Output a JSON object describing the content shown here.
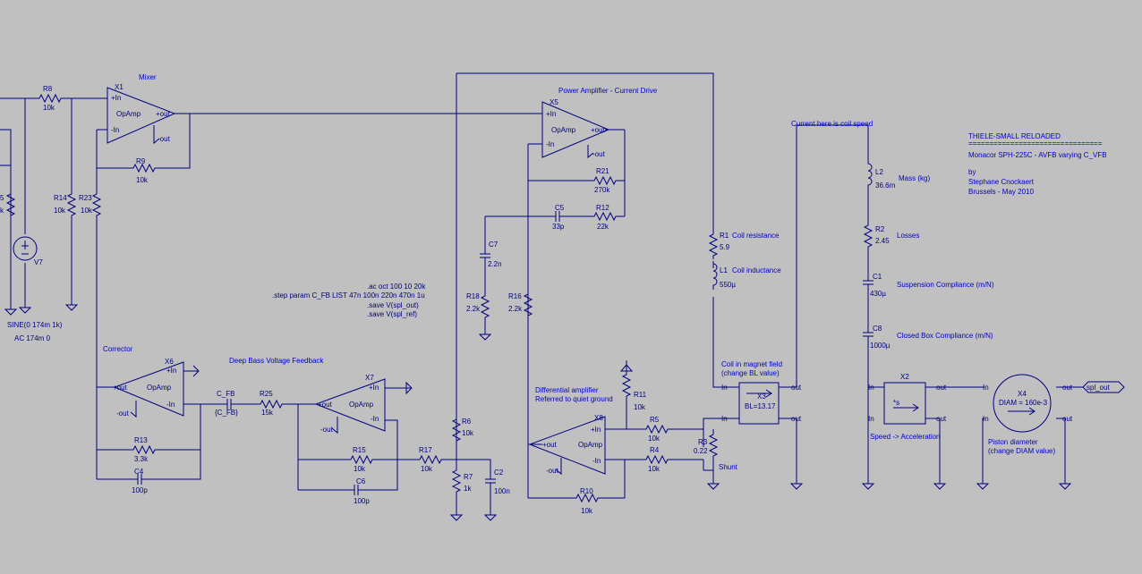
{
  "notes": {
    "title": "THIELE-SMALL RELOADED",
    "underline": "================================",
    "subtitle": "Monacor SPH-225C - AVFB varying C_VFB",
    "by": "by",
    "author": "Stephane Cnockaert",
    "place": "Brussels - May 2010",
    "mixer": "Mixer",
    "power_amp": "Power Amplifier - Current Drive",
    "current_is_coil_speed": "Current here is coil speed",
    "corrector": "Corrector",
    "deep_bass": "Deep Bass Voltage Feedback",
    "diff_amp_1": "Differential amplifier",
    "diff_amp_2": "Referred to quiet ground",
    "coil_in_field_1": "Coil in magnet field",
    "coil_in_field_2": "(change BL value)",
    "coil_resistance": "Coil resistance",
    "coil_inductance": "Coil inductance",
    "mass": "Mass (kg)",
    "losses": "Losses",
    "suspension": "Suspension Compliance (m/N)",
    "closed_box": "Closed Box Compliance (m/N)",
    "speed_accel": "Speed -> Acceleration",
    "piston_1": "Piston diameter",
    "piston_2": "(change DIAM value)",
    "shunt": "Shunt"
  },
  "directives": {
    "ac": ".ac oct 100 10 20k",
    "step": ".step param C_FB LIST 47n 100n 220n 470n 1u",
    "save_out": ".save V(spl_out)",
    "save_ref": ".save V(spl_ref)"
  },
  "source": {
    "name": "V7",
    "sine": "SINE(0 174m 1k)",
    "ac": "AC 174m 0"
  },
  "opamps": {
    "x1": {
      "name": "X1",
      "label": "OpAmp",
      "in_p": "+In",
      "in_n": "-In",
      "out_p": "+out",
      "out_n": "-out"
    },
    "x5": {
      "name": "X5",
      "label": "OpAmp",
      "in_p": "+In",
      "in_n": "-In",
      "out_p": "+out",
      "out_n": "-out"
    },
    "x6": {
      "name": "X6",
      "label": "OpAmp",
      "in_p": "+In",
      "in_n": "-In",
      "out_p": "+out",
      "out_n": "-out"
    },
    "x7": {
      "name": "X7",
      "label": "OpAmp",
      "in_p": "+In",
      "in_n": "-In",
      "out_p": "+out",
      "out_n": "-out"
    },
    "x8": {
      "name": "X8",
      "label": "OpAmp",
      "in_p": "+In",
      "in_n": "-In",
      "out_p": "+out",
      "out_n": "-out"
    }
  },
  "blocks": {
    "x3": {
      "name": "X3",
      "value": "BL=13.17",
      "in_p": "In",
      "in_n": "In",
      "out_p": "out",
      "out_n": "out"
    },
    "x2": {
      "name": "X2",
      "value": "*s",
      "in_p": "In",
      "in_n": "In",
      "out_p": "out",
      "out_n": "out"
    },
    "x4": {
      "name": "X4",
      "value": "DIAM = 160e-3",
      "in_p": "In",
      "in_n": "In",
      "out_p": "out",
      "out_n": "out"
    }
  },
  "components": {
    "R8": {
      "name": "R8",
      "value": "10k"
    },
    "R9": {
      "name": "R9",
      "value": "10k"
    },
    "R14": {
      "name": "R14",
      "value": "10k"
    },
    "R23": {
      "name": "R23",
      "value": "10k"
    },
    "R5a": {
      "name": "5",
      "value": "k"
    },
    "R21": {
      "name": "R21",
      "value": "270k"
    },
    "C5": {
      "name": "C5",
      "value": "33p"
    },
    "R12": {
      "name": "R12",
      "value": "22k"
    },
    "C7": {
      "name": "C7",
      "value": "2.2n"
    },
    "R18": {
      "name": "R18",
      "value": "2.2k"
    },
    "R16": {
      "name": "R16",
      "value": "2.2k"
    },
    "R1": {
      "name": "R1",
      "value": "5.9"
    },
    "L1": {
      "name": "L1",
      "value": "550µ"
    },
    "L2": {
      "name": "L2",
      "value": "36.6m"
    },
    "R2": {
      "name": "R2",
      "value": "2.45"
    },
    "C1": {
      "name": "C1",
      "value": "430µ"
    },
    "C8": {
      "name": "C8",
      "value": "1000µ"
    },
    "R13": {
      "name": "R13",
      "value": "3.3k"
    },
    "C4": {
      "name": "C4",
      "value": "100p"
    },
    "C_FB": {
      "name": "C_FB",
      "value": "{C_FB}"
    },
    "R25": {
      "name": "R25",
      "value": "15k"
    },
    "R15": {
      "name": "R15",
      "value": "10k"
    },
    "C6": {
      "name": "C6",
      "value": "100p"
    },
    "R17": {
      "name": "R17",
      "value": "10k"
    },
    "R6": {
      "name": "R6",
      "value": "10k"
    },
    "R7": {
      "name": "R7",
      "value": "1k"
    },
    "C2": {
      "name": "C2",
      "value": "100n"
    },
    "R11": {
      "name": "R11",
      "value": "10k"
    },
    "R5": {
      "name": "R5",
      "value": "10k"
    },
    "R4": {
      "name": "R4",
      "value": "10k"
    },
    "R3": {
      "name": "R3",
      "value": "0.22"
    },
    "R10": {
      "name": "R10",
      "value": "10k"
    }
  },
  "net_labels": {
    "spl_out": "spl_out"
  },
  "colors": {
    "background": "#c0c0c0",
    "wire": "#000080",
    "label": "#0000cc"
  }
}
